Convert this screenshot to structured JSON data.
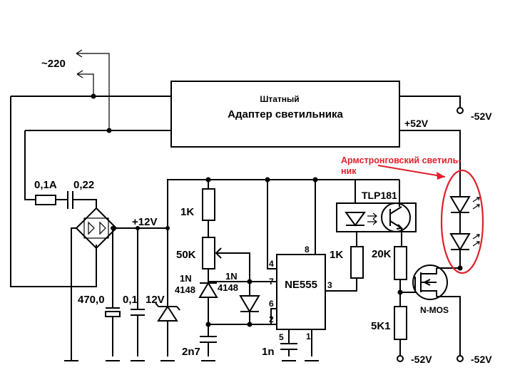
{
  "labels": {
    "mains": "~220",
    "adapter_line1": "Штатный",
    "adapter_line2": "Адаптер светильника",
    "plus52": "+52V",
    "minus52_top": "-52V",
    "minus52_bottom_left": "-52V",
    "minus52_bottom_right": "-52V",
    "annotation_line1": "Армстронговский светиль-",
    "annotation_line2": "ник",
    "fuse": "0,1A",
    "cap_input": "0,22",
    "plus12": "+12V",
    "r_1k_top": "1K",
    "pot_50k": "50K",
    "diode1_line1": "1N",
    "diode1_line2": "4148",
    "diode2_line1": "1N",
    "diode2_line2": "4148",
    "cap_2n7": "2n7",
    "cap_1n": "1n",
    "ne555": "NE555",
    "pin4": "4",
    "pin8": "8",
    "pin7": "7",
    "pin6": "6",
    "pin2": "2",
    "pin3": "3",
    "pin5": "5",
    "pin1": "1",
    "r_1k_out": "1K",
    "optocoupler": "TLP181",
    "r_20k": "20K",
    "r_5k1": "5K1",
    "mosfet": "N-MOS",
    "cap_470": "470,0",
    "cap_01": "0,1",
    "zener_12v": "12V"
  },
  "colors": {
    "ink": "#000000",
    "annotation": "#e0202a"
  }
}
